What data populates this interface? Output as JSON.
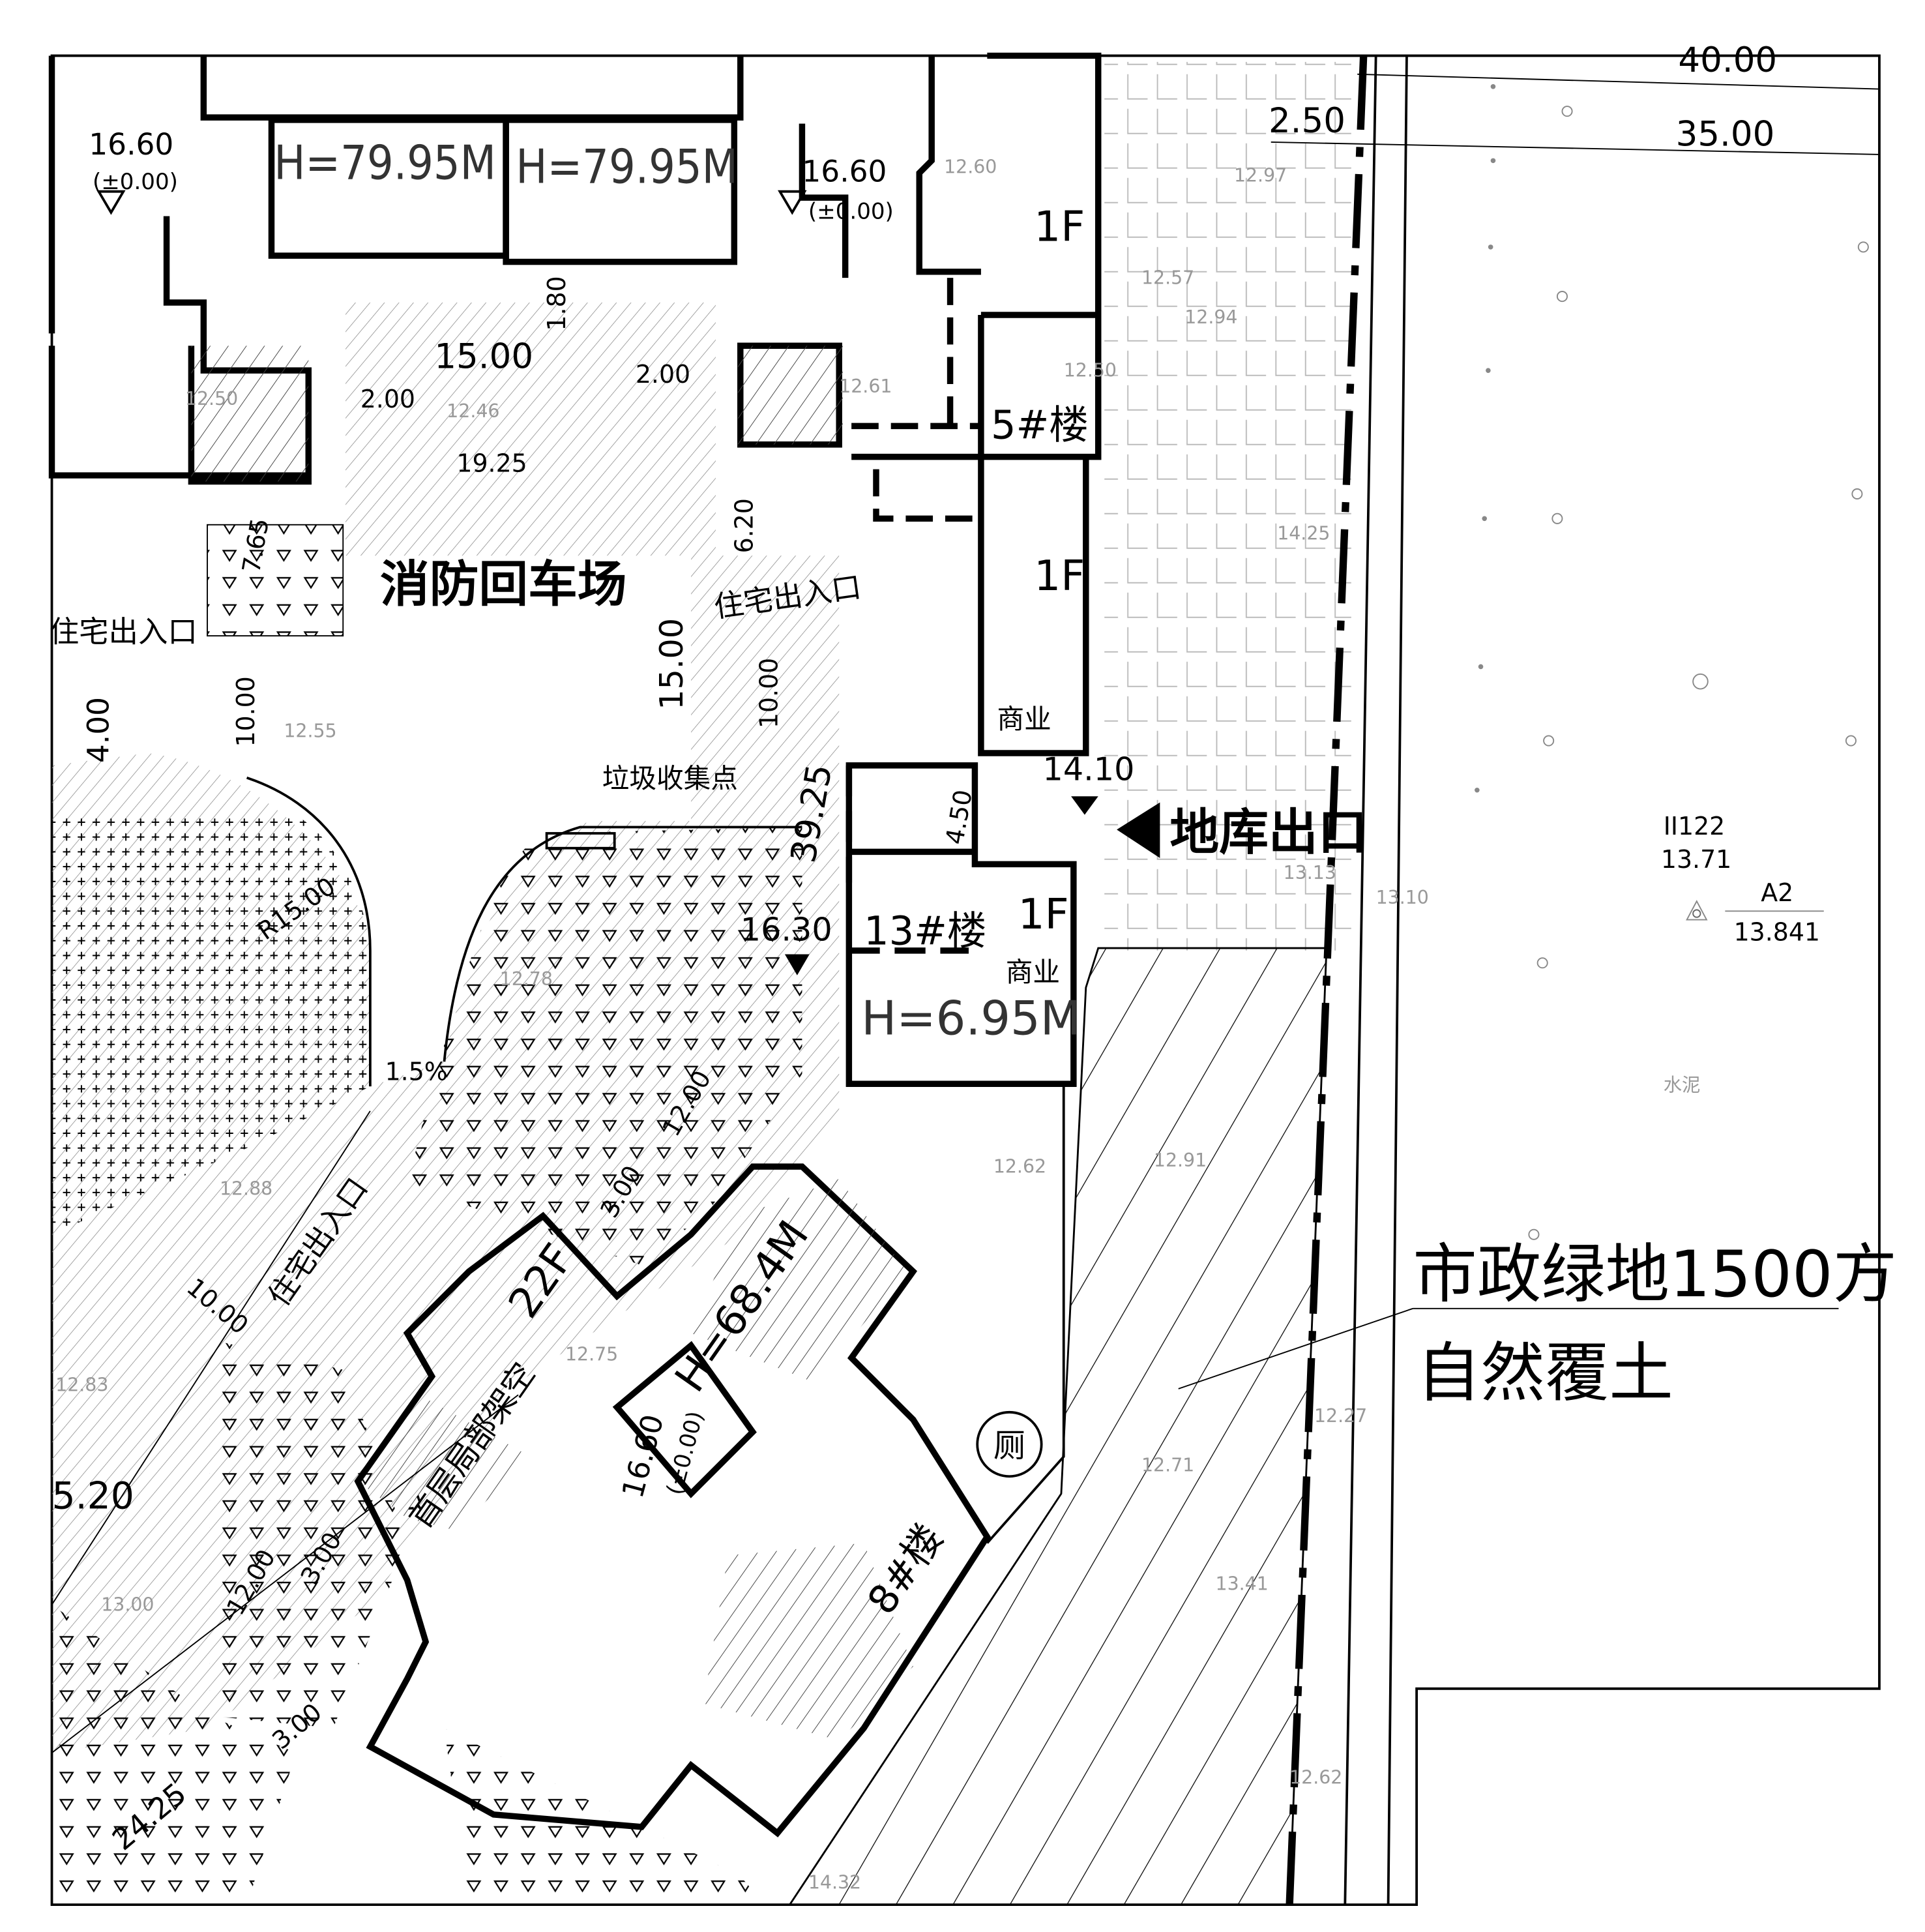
{
  "title_labels": {
    "fire_turnaround": "消防回车场",
    "garage_exit": "地库出口",
    "garbage_point": "垃圾收集点",
    "green_note_line1": "市政绿地1500方",
    "green_note_line2": "自然覆土",
    "toilet": "厕",
    "cement": "水泥"
  },
  "entrances": [
    "住宅出入口",
    "住宅出入口",
    "住宅出入口"
  ],
  "buildings": {
    "b5": {
      "name": "5#楼",
      "floors_top": "1F",
      "floors_mid": "1F",
      "use": "商业"
    },
    "b13": {
      "name": "13#楼",
      "floors": "1F",
      "use": "商业",
      "height": "H=6.95M"
    },
    "b8": {
      "name": "8#楼",
      "floors": "22F",
      "height": "H=68.4M",
      "note": "首层局部架空"
    },
    "north_left": {
      "height": "H=79.95M"
    },
    "north_right": {
      "height": "H=79.95M"
    }
  },
  "levels": {
    "l1": "16.60",
    "l1_rel": "(±0.00)",
    "l2": "16.60",
    "l2_rel": "(±0.00)",
    "l3": "16.60",
    "l3_rel": "(±0.00)",
    "exit_level": "14.10",
    "b13_level": "16.30",
    "left_level": "5.20"
  },
  "dimensions": {
    "d_15_00_a": "15.00",
    "d_1_80": "1.80",
    "d_2_00_a": "2.00",
    "d_2_00_b": "2.00",
    "d_19_25": "19.25",
    "d_7_65": "7.65",
    "d_6_20": "6.20",
    "d_10_00_a": "10.00",
    "d_15_00_b": "15.00",
    "d_4_00": "4.00",
    "d_10_00_b": "10.00",
    "d_39_25": "39.25",
    "d_4_50": "4.50",
    "d_r15": "R15.00",
    "d_slope": "1.5%",
    "d_3_00_a": "3.00",
    "d_12_00_a": "12.00",
    "d_10_00_c": "10.00",
    "d_12_00_b": "12.00",
    "d_3_00_b": "3.00",
    "d_3_00_c": "3.00",
    "d_24_25": "24.25",
    "d_40_00": "40.00",
    "d_2_50": "2.50",
    "d_35_00": "35.00"
  },
  "survey": {
    "point": "A2",
    "point_value": "13.841",
    "ref_code": "II122",
    "ref_value": "13.71"
  },
  "spot_elevations": [
    "12.60",
    "12.97",
    "12.57",
    "12.94",
    "12.50",
    "12.61",
    "12.50",
    "12.46",
    "14.25",
    "12.55",
    "12.78",
    "12.88",
    "12.83",
    "12.62",
    "12.91",
    "13.10",
    "13.13",
    "12.75",
    "13.00",
    "12.27",
    "12.71",
    "13.41",
    "12.62",
    "14.32"
  ]
}
